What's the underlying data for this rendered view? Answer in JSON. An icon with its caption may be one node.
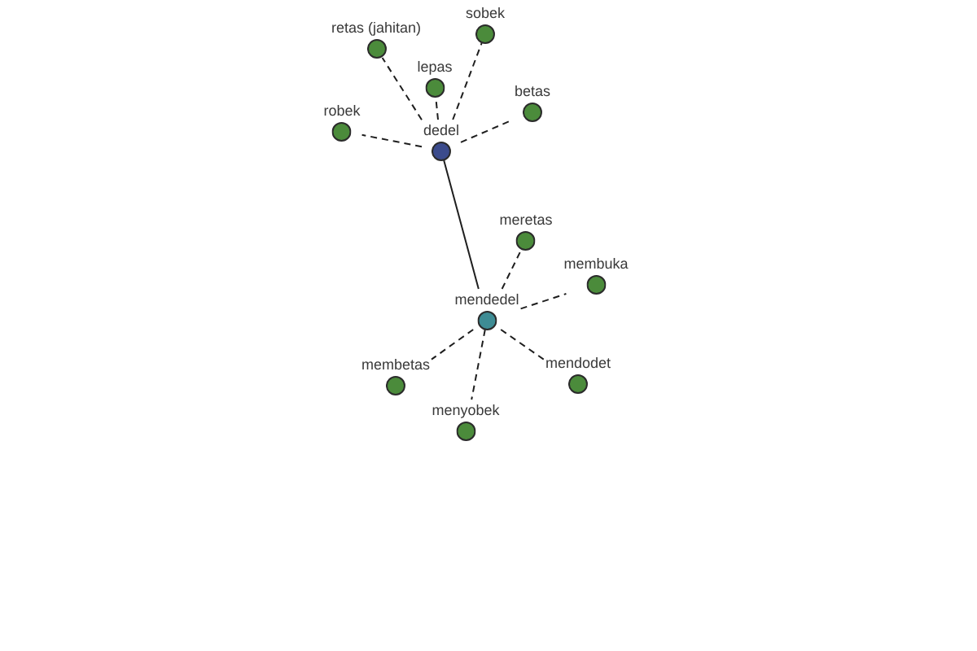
{
  "diagram": {
    "nodes": [
      {
        "text": [
          "sobek"
        ]
      },
      {
        "text": [
          "retas (jahitan)"
        ]
      },
      {
        "text": [
          "lepas"
        ]
      },
      {
        "text": [
          "betas"
        ]
      },
      {
        "text": [
          "robek"
        ]
      },
      {
        "text": [
          "dedel"
        ]
      },
      {
        "text": [
          "meretas"
        ]
      },
      {
        "text": [
          "membuka"
        ]
      },
      {
        "text": [
          "mendedel"
        ]
      },
      {
        "text": [
          "membetas"
        ]
      },
      {
        "text": [
          "mendodet"
        ]
      },
      {
        "text": [
          "menyobek"
        ]
      }
    ],
    "edges": [
      {
        "from": 5,
        "to": 0,
        "arrow": "none",
        "style": "dashed"
      },
      {
        "from": 5,
        "to": 1,
        "arrow": "none",
        "style": "dashed"
      },
      {
        "from": 5,
        "to": 2,
        "arrow": "none",
        "style": "dashed"
      },
      {
        "from": 5,
        "to": 3,
        "arrow": "none",
        "style": "dashed"
      },
      {
        "from": 5,
        "to": 4,
        "arrow": "none",
        "style": "dashed"
      },
      {
        "from": 5,
        "to": 8,
        "arrow": "none"
      },
      {
        "from": 8,
        "to": 6,
        "arrow": "none",
        "style": "dashed"
      },
      {
        "from": 8,
        "to": 7,
        "arrow": "none",
        "style": "dashed"
      },
      {
        "from": 8,
        "to": 10,
        "arrow": "none",
        "style": "dashed"
      },
      {
        "from": 8,
        "to": 11,
        "arrow": "none",
        "style": "dashed"
      },
      {
        "from": 8,
        "to": 9,
        "arrow": "none",
        "style": "dashed"
      }
    ]
  }
}
